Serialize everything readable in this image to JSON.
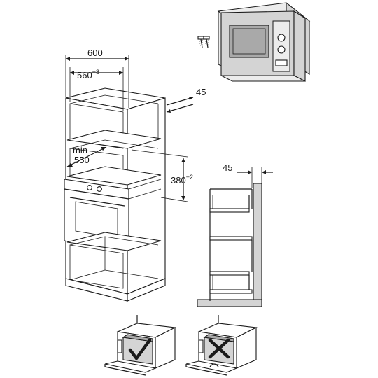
{
  "dimensions": {
    "width_total": "600",
    "width_inner": "560",
    "width_inner_tol": "+8",
    "depth_gap": "45",
    "min_label": "min",
    "min_value": "550",
    "height_opening": "380",
    "height_opening_tol": "+2",
    "side_gap": "45"
  },
  "icons": {
    "correct": "check-icon",
    "incorrect": "cross-icon"
  },
  "colors": {
    "line": "#1a1a1a",
    "panel": "#d4d4d4",
    "panel_dark": "#a9a9a9"
  }
}
